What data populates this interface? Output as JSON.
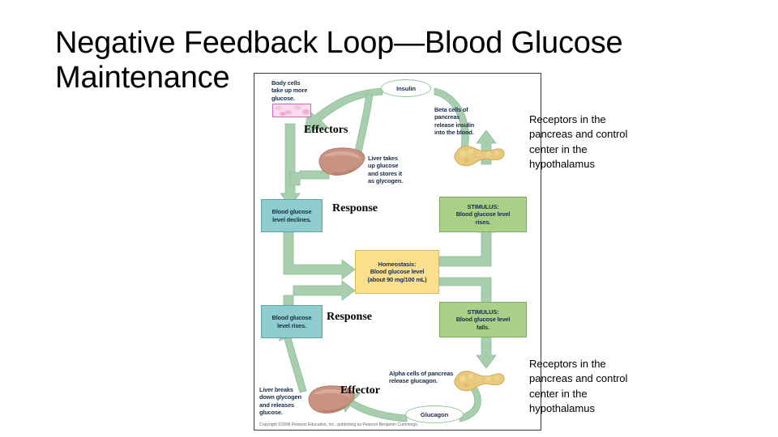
{
  "slide": {
    "title": "Negative Feedback Loop—Blood Glucose\nMaintenance",
    "background_color": "#ffffff"
  },
  "colors": {
    "arrow_green": "#a7cfae",
    "box_teal": "#8ecccd",
    "box_green": "#aacf86",
    "box_yellow": "#fbdf8d",
    "liver_brown": "#c99382",
    "pancreas_tan": "#e7c87c",
    "tissue_pink": "#f3b6d6",
    "text_navy": "#1c2d4a"
  },
  "diagram": {
    "name": "blood-glucose-negative-feedback-diagram",
    "copyright": "Copyright ©2008 Pearson Education, Inc., publishing as Pearson Benjamin Cummings.",
    "labels": {
      "body_cells": "Body cells\ntake up more\nglucose.",
      "liver_takes_up": "Liver takes\nup glucose\nand stores it\nas glycogen.",
      "beta_cells": "Beta cells of\npancreas\nrelease insulin\ninto the blood.",
      "alpha_cells": "Alpha cells of pancreas\nrelease glucagon.",
      "liver_breaks_down": "Liver breaks\ndown glycogen\nand releases\nglucose."
    },
    "pills": {
      "insulin": "Insulin",
      "glucagon": "Glucagon"
    },
    "boxes": {
      "glucose_declines": "Blood glucose\nlevel declines.",
      "stimulus_rises": "STIMULUS:\nBlood glucose level\nrises.",
      "homeostasis": "Homeostasis:\nBlood glucose level\n(about 90 mg/100 mL)",
      "glucose_rises": "Blood glucose\nlevel rises.",
      "stimulus_falls": "STIMULUS:\nBlood glucose level\nfalls."
    }
  },
  "annotations": {
    "effectors_top": "Effectors",
    "response_top": "Response",
    "response_bottom": "Response",
    "effector_bottom": "Effector",
    "receptors_top": "Receptors in the\npancreas and control\ncenter in the\nhypothalamus",
    "receptors_bottom": "Receptors in the\npancreas and control\ncenter in the\nhypothalamus"
  }
}
